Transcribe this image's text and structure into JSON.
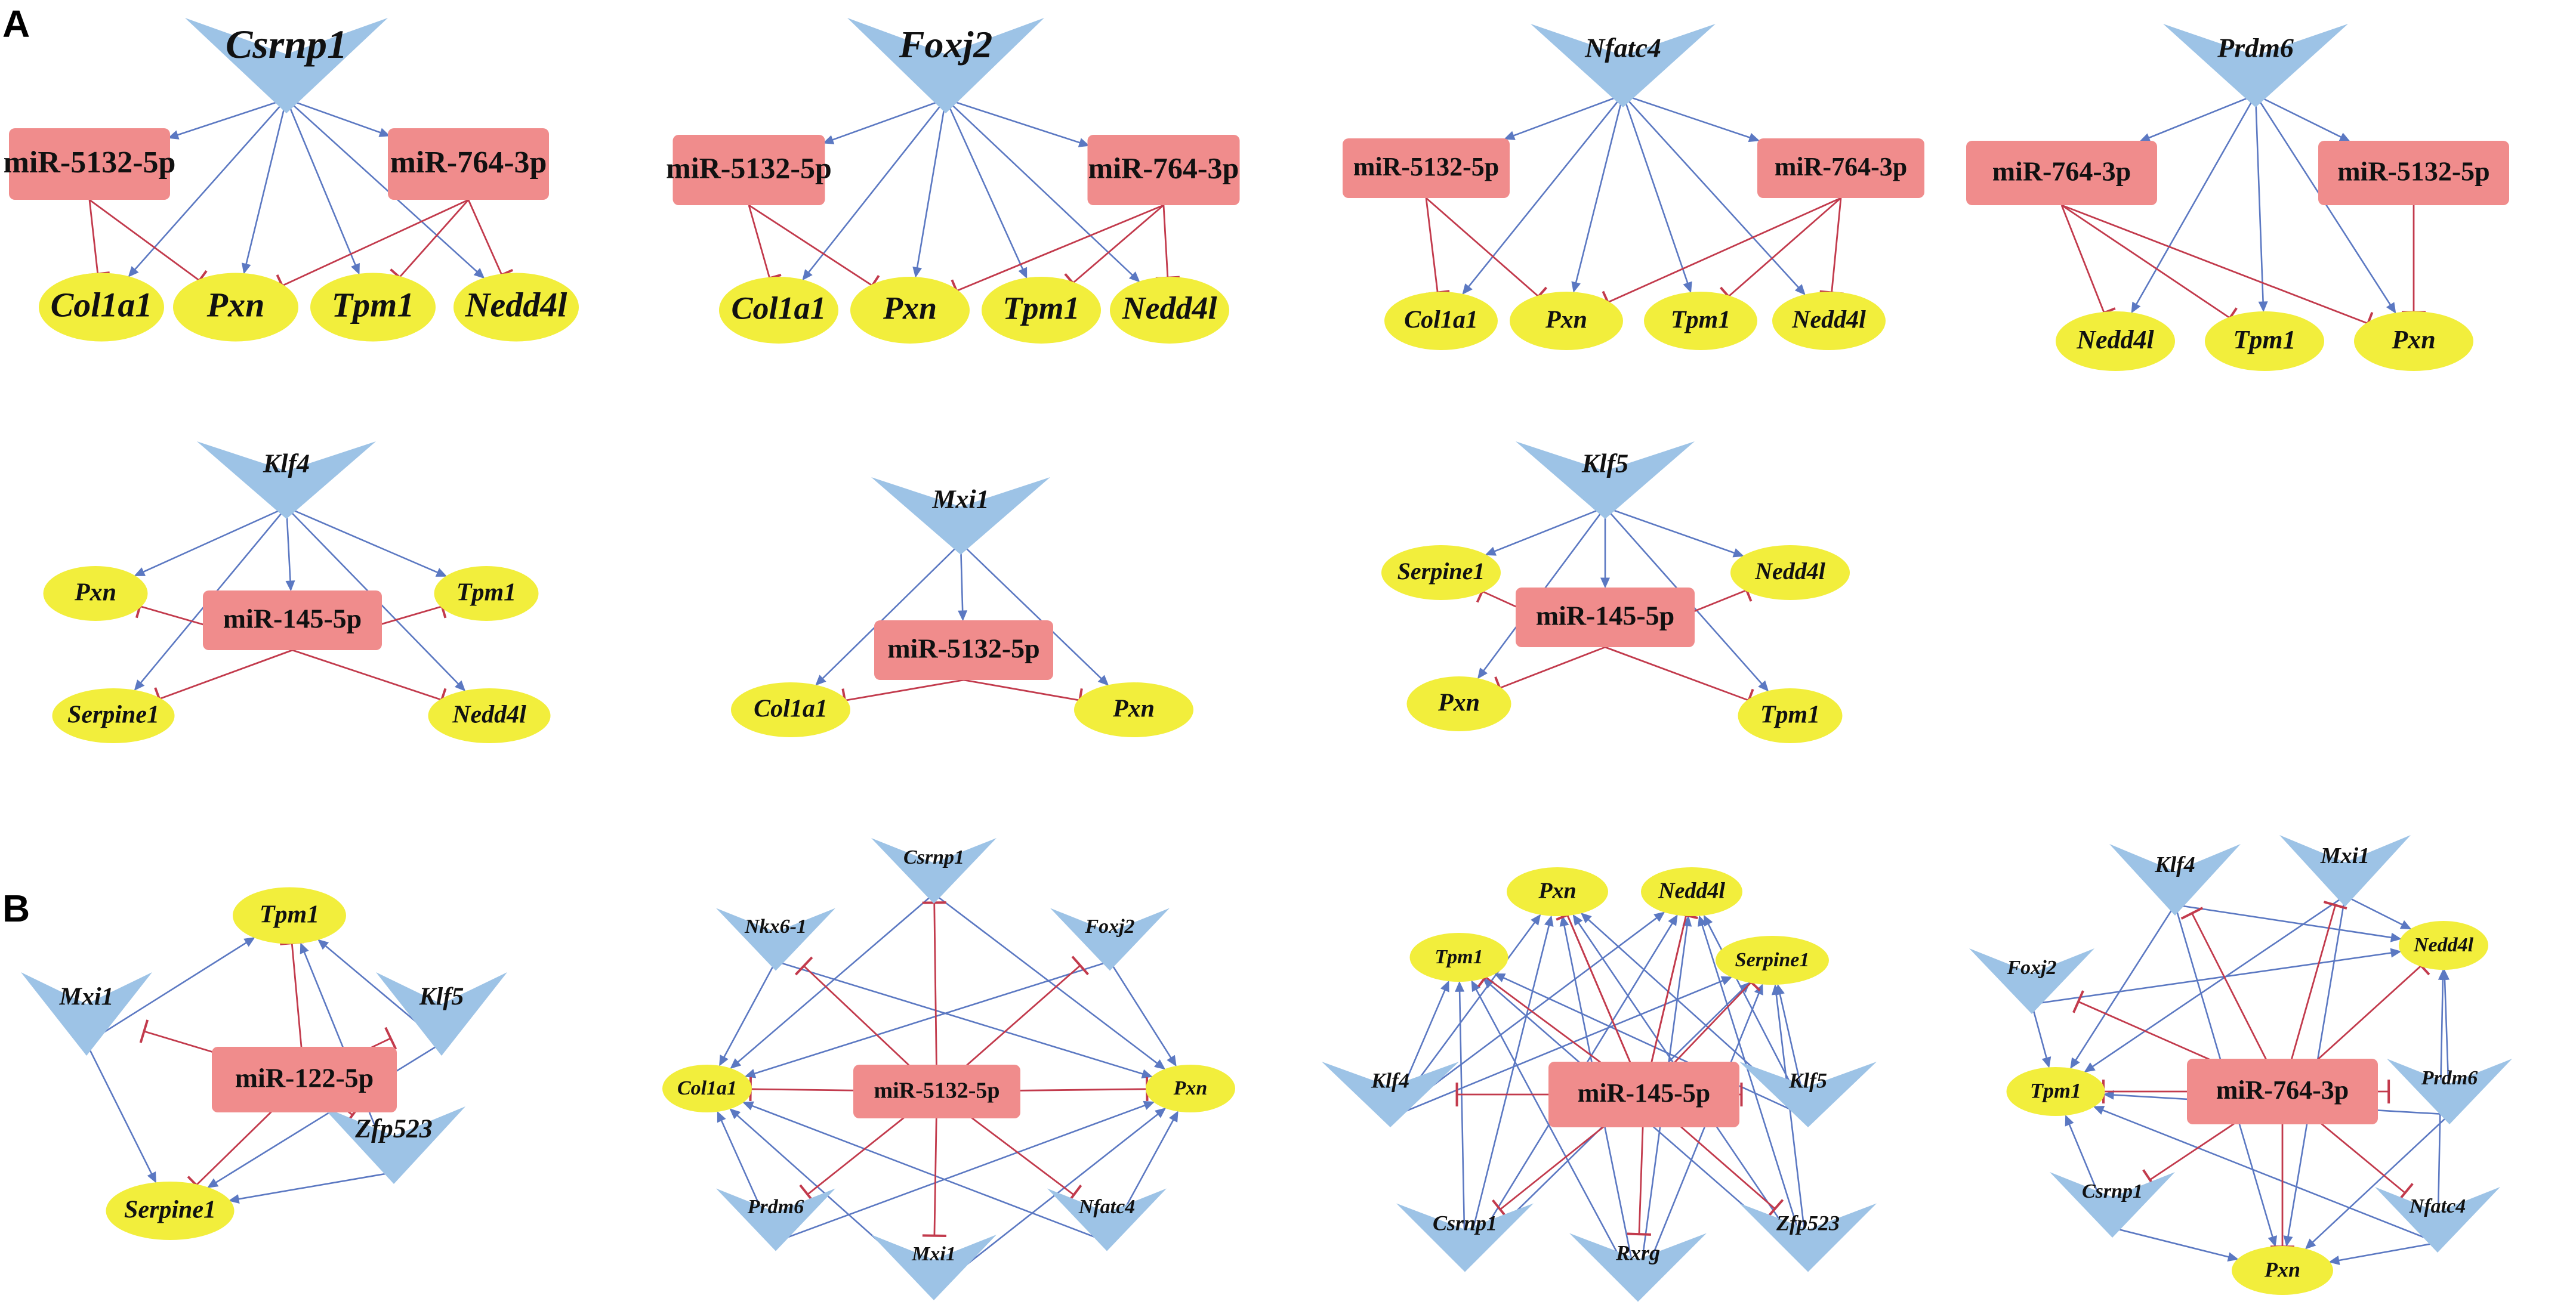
{
  "panels": [
    {
      "id": "A",
      "label": "A"
    },
    {
      "id": "B",
      "label": "B"
    }
  ],
  "colors": {
    "tf": "#9dc3e6",
    "mirna": "#f08c8c",
    "gene": "#f2ee3c",
    "activation": "#5b78c2",
    "inhibition": "#c23a4c"
  },
  "networks": [
    {
      "id": "csrnp1",
      "tfs": [
        {
          "label": "Csrnp1"
        }
      ],
      "mirnas": [
        {
          "label": "miR-5132-5p"
        },
        {
          "label": "miR-764-3p"
        }
      ],
      "genes": [
        {
          "label": "Col1a1"
        },
        {
          "label": "Pxn"
        },
        {
          "label": "Tpm1"
        },
        {
          "label": "Nedd4l"
        }
      ]
    },
    {
      "id": "foxj2",
      "tfs": [
        {
          "label": "Foxj2"
        }
      ],
      "mirnas": [
        {
          "label": "miR-5132-5p"
        },
        {
          "label": "miR-764-3p"
        }
      ],
      "genes": [
        {
          "label": "Col1a1"
        },
        {
          "label": "Pxn"
        },
        {
          "label": "Tpm1"
        },
        {
          "label": "Nedd4l"
        }
      ]
    },
    {
      "id": "nfatc4",
      "tfs": [
        {
          "label": "Nfatc4"
        }
      ],
      "mirnas": [
        {
          "label": "miR-5132-5p"
        },
        {
          "label": "miR-764-3p"
        }
      ],
      "genes": [
        {
          "label": "Col1a1"
        },
        {
          "label": "Pxn"
        },
        {
          "label": "Tpm1"
        },
        {
          "label": "Nedd4l"
        }
      ]
    },
    {
      "id": "prdm6",
      "tfs": [
        {
          "label": "Prdm6"
        }
      ],
      "mirnas": [
        {
          "label": "miR-764-3p"
        },
        {
          "label": "miR-5132-5p"
        }
      ],
      "genes": [
        {
          "label": "Nedd4l"
        },
        {
          "label": "Tpm1"
        },
        {
          "label": "Pxn"
        }
      ]
    },
    {
      "id": "klf4",
      "tfs": [
        {
          "label": "Klf4"
        }
      ],
      "mirnas": [
        {
          "label": "miR-145-5p"
        }
      ],
      "genes": [
        {
          "label": "Pxn"
        },
        {
          "label": "Tpm1"
        },
        {
          "label": "Serpine1"
        },
        {
          "label": "Nedd4l"
        }
      ]
    },
    {
      "id": "mxi1",
      "tfs": [
        {
          "label": "Mxi1"
        }
      ],
      "mirnas": [
        {
          "label": "miR-5132-5p"
        }
      ],
      "genes": [
        {
          "label": "Col1a1"
        },
        {
          "label": "Pxn"
        }
      ]
    },
    {
      "id": "klf5",
      "tfs": [
        {
          "label": "Klf5"
        }
      ],
      "mirnas": [
        {
          "label": "miR-145-5p"
        }
      ],
      "genes": [
        {
          "label": "Serpine1"
        },
        {
          "label": "Nedd4l"
        },
        {
          "label": "Pxn"
        },
        {
          "label": "Tpm1"
        }
      ]
    },
    {
      "id": "mir122",
      "tfs": [
        {
          "label": "Mxi1"
        },
        {
          "label": "Klf5"
        },
        {
          "label": "Zfp523"
        }
      ],
      "mirnas": [
        {
          "label": "miR-122-5p"
        }
      ],
      "genes": [
        {
          "label": "Tpm1"
        },
        {
          "label": "Serpine1"
        }
      ]
    },
    {
      "id": "mir5132",
      "tfs": [
        {
          "label": "Nkx6-1"
        },
        {
          "label": "Csrnp1"
        },
        {
          "label": "Foxj2"
        },
        {
          "label": "Prdm6"
        },
        {
          "label": "Mxi1"
        },
        {
          "label": "Nfatc4"
        }
      ],
      "mirnas": [
        {
          "label": "miR-5132-5p"
        }
      ],
      "genes": [
        {
          "label": "Col1a1"
        },
        {
          "label": "Pxn"
        }
      ]
    },
    {
      "id": "mir145",
      "tfs": [
        {
          "label": "Klf4"
        },
        {
          "label": "Klf5"
        },
        {
          "label": "Csrnp1"
        },
        {
          "label": "Rxrg"
        },
        {
          "label": "Zfp523"
        }
      ],
      "mirnas": [
        {
          "label": "miR-145-5p"
        }
      ],
      "genes": [
        {
          "label": "Pxn"
        },
        {
          "label": "Nedd4l"
        },
        {
          "label": "Tpm1"
        },
        {
          "label": "Serpine1"
        }
      ]
    },
    {
      "id": "mir764",
      "tfs": [
        {
          "label": "Klf4"
        },
        {
          "label": "Mxi1"
        },
        {
          "label": "Foxj2"
        },
        {
          "label": "Prdm6"
        },
        {
          "label": "Csrnp1"
        },
        {
          "label": "Nfatc4"
        }
      ],
      "mirnas": [
        {
          "label": "miR-764-3p"
        }
      ],
      "genes": [
        {
          "label": "Nedd4l"
        },
        {
          "label": "Tpm1"
        },
        {
          "label": "Pxn"
        }
      ]
    }
  ]
}
